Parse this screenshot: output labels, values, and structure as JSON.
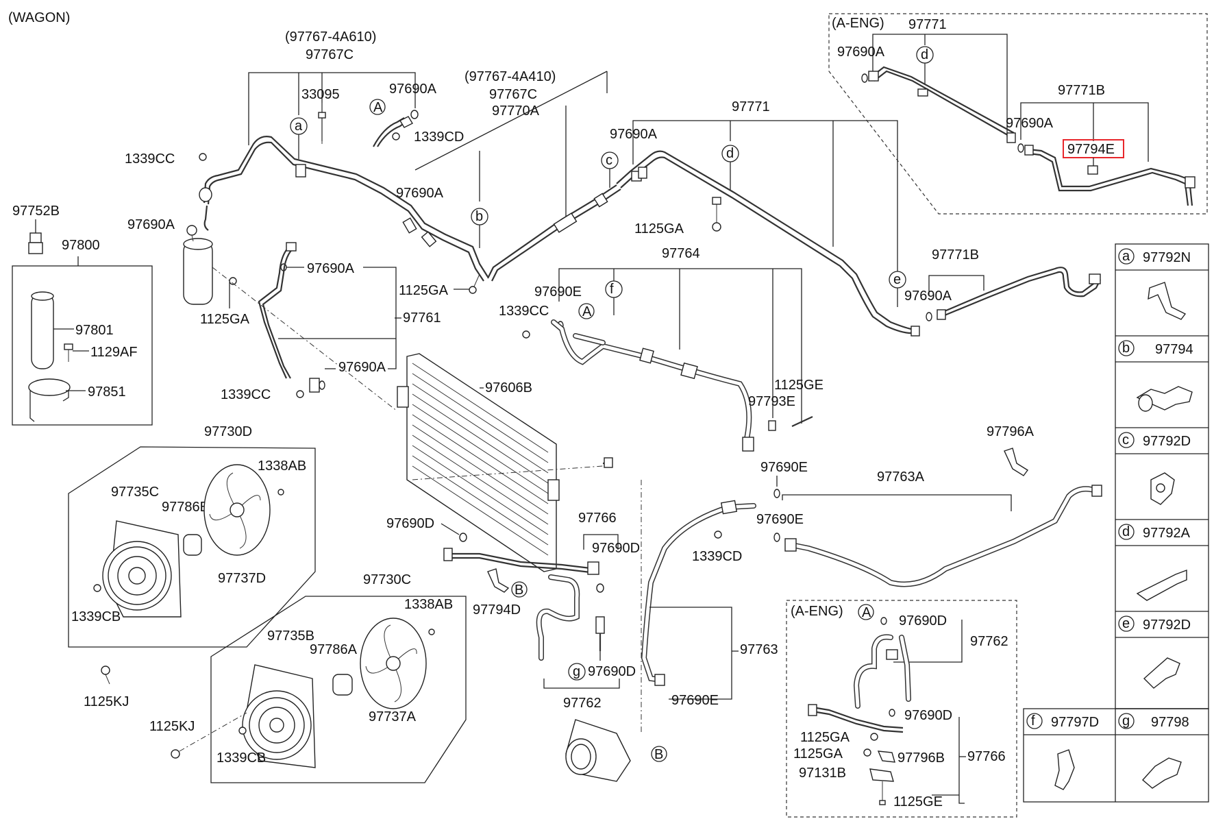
{
  "diagram": {
    "variant_label": "(WAGON)",
    "a_eng_label": "(A-ENG)",
    "labels": {
      "p97767_4a610": "(97767-4A610)",
      "p97767c_1": "97767C",
      "p33095": "33095",
      "p97690a_1": "97690A",
      "p1339cd_1": "1339CD",
      "p1339cc_1": "1339CC",
      "p97690a_2": "97690A",
      "p97690a_3": "97690A",
      "p97752b": "97752B",
      "p97800": "97800",
      "p97801": "97801",
      "p1129af": "1129AF",
      "p97851": "97851",
      "p97690a_4": "97690A",
      "p1125ga_1": "1125GA",
      "p97761": "97761",
      "p97690a_5": "97690A",
      "p1339cc_2": "1339CC",
      "p97767_4a410": "(97767-4A410)",
      "p97767c_2": "97767C",
      "p97770a": "97770A",
      "p1125ga_2": "1125GA",
      "p97771_main": "97771",
      "p97690a_6": "97690A",
      "p1125ga_3": "1125GA",
      "p97771b_1": "97771B",
      "p97690a_7": "97690A",
      "p97764": "97764",
      "p97690e_1": "97690E",
      "p1339cc_3": "1339CC",
      "p97606b": "97606B",
      "p1125ge_1": "1125GE",
      "p97793e": "97793E",
      "p97690e_2": "97690E",
      "p97690e_3": "97690E",
      "p1339cd_2": "1339CD",
      "p97763a": "97763A",
      "p97796a": "97796A",
      "p97730d": "97730D",
      "p1338ab_1": "1338AB",
      "p97735c": "97735C",
      "p97786b": "97786B",
      "p97737d": "97737D",
      "p1339cb_1": "1339CB",
      "p1125kj_1": "1125KJ",
      "p97730c": "97730C",
      "p1338ab_2": "1338AB",
      "p97735b": "97735B",
      "p97786a": "97786A",
      "p97737a": "97737A",
      "p1125kj_2": "1125KJ",
      "p1339cb_2": "1339CB",
      "p97690d_1": "97690D",
      "p97766_1": "97766",
      "p97690d_2": "97690D",
      "p97794d": "97794D",
      "p97690d_3": "97690D",
      "p97762_1": "97762",
      "p97763": "97763",
      "p97690e_4": "97690E",
      "ae_97771": "97771",
      "ae_97690a_1": "97690A",
      "ae_97771b": "97771B",
      "ae_97690a_2": "97690A",
      "ae_97794e": "97794E",
      "ae2_97690d_1": "97690D",
      "ae2_97762": "97762",
      "ae2_97690d_2": "97690D",
      "ae2_1125ga_1": "1125GA",
      "ae2_1125ga_2": "1125GA",
      "ae2_97796b": "97796B",
      "ae2_97766": "97766",
      "ae2_97131b": "97131B",
      "ae2_1125ge": "1125GE"
    },
    "callouts": {
      "A": "A",
      "B": "B",
      "a": "a",
      "b": "b",
      "c": "c",
      "d": "d",
      "e": "e",
      "f": "f",
      "g": "g"
    },
    "legend": [
      {
        "letter": "a",
        "part": "97792N"
      },
      {
        "letter": "b",
        "part": "97794"
      },
      {
        "letter": "c",
        "part": "97792D"
      },
      {
        "letter": "d",
        "part": "97792A"
      },
      {
        "letter": "e",
        "part": "97792D"
      },
      {
        "letter": "f",
        "part": "97797D"
      },
      {
        "letter": "g",
        "part": "97798"
      }
    ],
    "highlight_color": "#e8262b"
  }
}
